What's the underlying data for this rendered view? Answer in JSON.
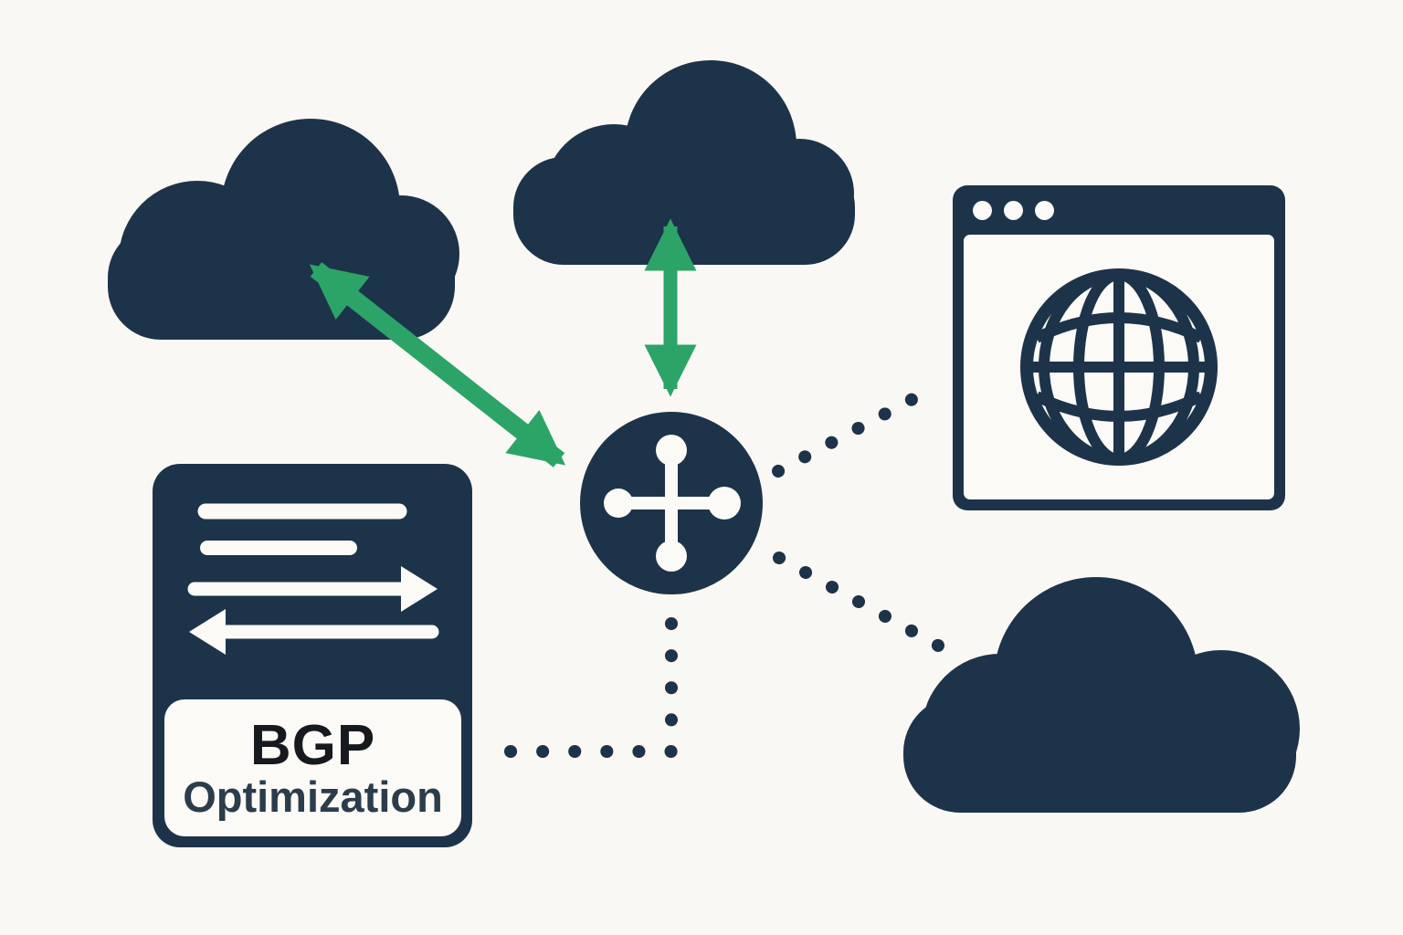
{
  "diagram": {
    "type": "network-topology-illustration",
    "card": {
      "line1": "BGP",
      "line2": "Optimization"
    },
    "nodes": [
      {
        "id": "cloud-top-left",
        "icon": "cloud-icon"
      },
      {
        "id": "cloud-top-center",
        "icon": "cloud-icon"
      },
      {
        "id": "router-node",
        "icon": "router-cross-icon"
      },
      {
        "id": "browser-window",
        "icon": "browser-window-icon",
        "inner_icon": "globe-icon",
        "titlebar_icon": "window-control-dots"
      },
      {
        "id": "cloud-bottom-right",
        "icon": "cloud-icon"
      },
      {
        "id": "bgp-card",
        "icon": "route-exchange-arrows-icon"
      }
    ],
    "connections": [
      {
        "from": "cloud-top-left",
        "to": "router-node",
        "style": "green-double-arrow"
      },
      {
        "from": "cloud-top-center",
        "to": "router-node",
        "style": "green-double-arrow"
      },
      {
        "from": "router-node",
        "to": "browser-window",
        "style": "dotted"
      },
      {
        "from": "router-node",
        "to": "cloud-bottom-right",
        "style": "dotted"
      },
      {
        "from": "router-node",
        "to": "bgp-card",
        "style": "dotted-elbow"
      }
    ]
  },
  "colors": {
    "navy": "#1d3349",
    "green": "#2ca468",
    "background": "#faf8f4",
    "panel_white": "#fbfaf6",
    "bgp_text": "#16191d",
    "optimization_text": "#2b3c4c"
  }
}
